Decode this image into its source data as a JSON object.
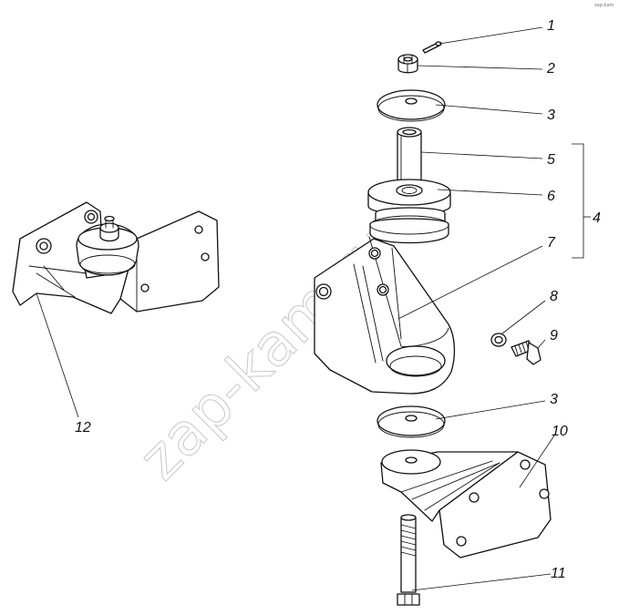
{
  "callouts": {
    "c1": "1",
    "c2": "2",
    "c3_top": "3",
    "c5": "5",
    "c6": "6",
    "c4": "4",
    "c7": "7",
    "c8": "8",
    "c9": "9",
    "c3_bottom": "3",
    "c10": "10",
    "c11": "11",
    "c12": "12"
  },
  "watermark": "zap-kam.ru",
  "corner_mark": "zap-kam"
}
